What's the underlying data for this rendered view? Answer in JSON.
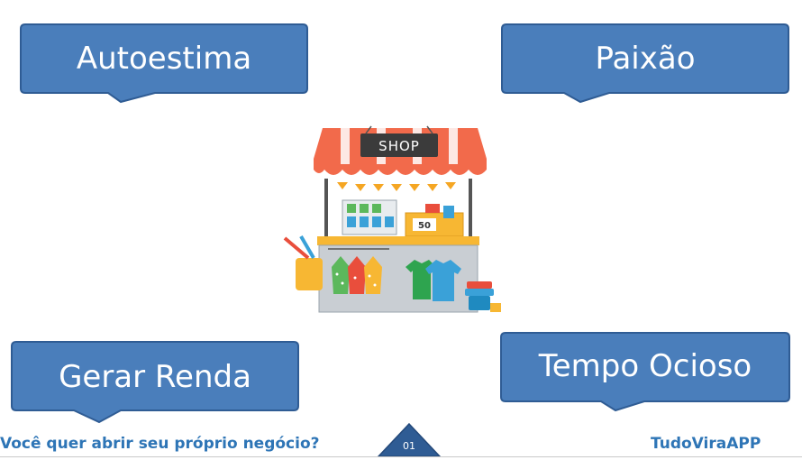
{
  "colors": {
    "bubble_fill": "#4a7ebb",
    "bubble_stroke": "#2f5c94",
    "footer_text": "#2e75b6",
    "awning": "#f26a4b"
  },
  "bubbles": {
    "top_left": "Autoestima",
    "top_right": "Paixão",
    "bottom_left": "Gerar Renda",
    "bottom_right": "Tempo Ocioso"
  },
  "illustration": {
    "name": "market-stall-illustration",
    "sign": "SHOP",
    "price_tag": "50"
  },
  "footer": {
    "question": "Você quer abrir seu próprio negócio?",
    "page_number": "01",
    "brand": "TudoViraAPP"
  }
}
